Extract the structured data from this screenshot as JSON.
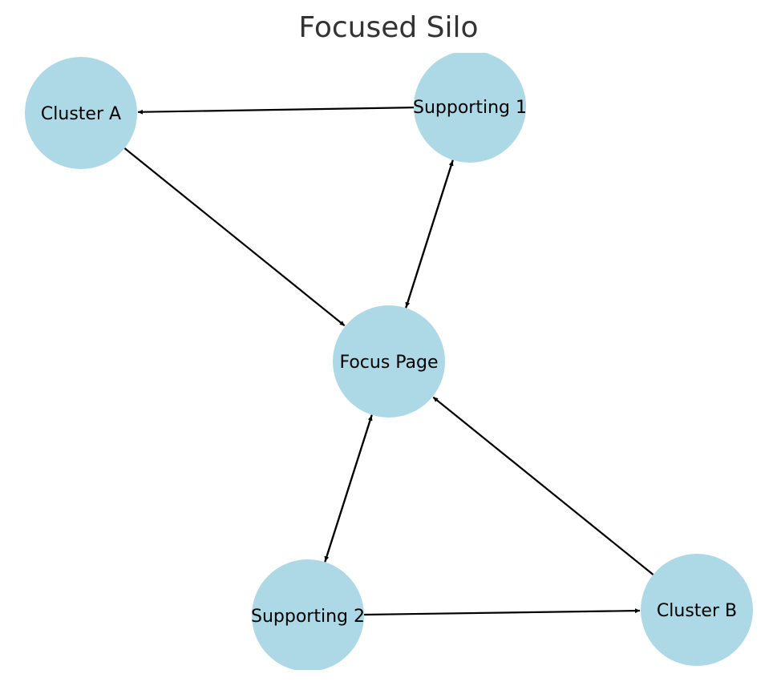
{
  "title": "Focused Silo",
  "colors": {
    "node_fill": "#add8e6",
    "edge": "#000000"
  },
  "nodes": [
    {
      "id": "cluster_a",
      "label": "Cluster A"
    },
    {
      "id": "supporting_1",
      "label": "Supporting 1"
    },
    {
      "id": "focus",
      "label": "Focus Page"
    },
    {
      "id": "supporting_2",
      "label": "Supporting 2"
    },
    {
      "id": "cluster_b",
      "label": "Cluster B"
    }
  ],
  "edges": [
    {
      "from": "supporting_1",
      "to": "cluster_a"
    },
    {
      "from": "cluster_a",
      "to": "focus"
    },
    {
      "from": "supporting_1",
      "to": "focus"
    },
    {
      "from": "focus",
      "to": "supporting_1"
    },
    {
      "from": "focus",
      "to": "supporting_2"
    },
    {
      "from": "supporting_2",
      "to": "focus"
    },
    {
      "from": "cluster_b",
      "to": "focus"
    },
    {
      "from": "supporting_2",
      "to": "cluster_b"
    }
  ]
}
